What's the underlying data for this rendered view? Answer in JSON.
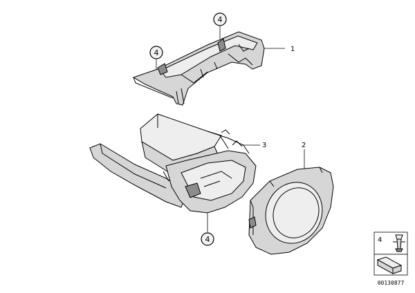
{
  "diagram": {
    "diagram_id": "00130877",
    "callouts": [
      {
        "id": "callout-1",
        "label": "1"
      },
      {
        "id": "callout-2",
        "label": "2"
      },
      {
        "id": "callout-3",
        "label": "3"
      },
      {
        "id": "callout-4-top",
        "label": "4"
      },
      {
        "id": "callout-4-left",
        "label": "4"
      },
      {
        "id": "callout-4-bottom",
        "label": "4"
      }
    ],
    "legend": {
      "label": "4"
    }
  }
}
